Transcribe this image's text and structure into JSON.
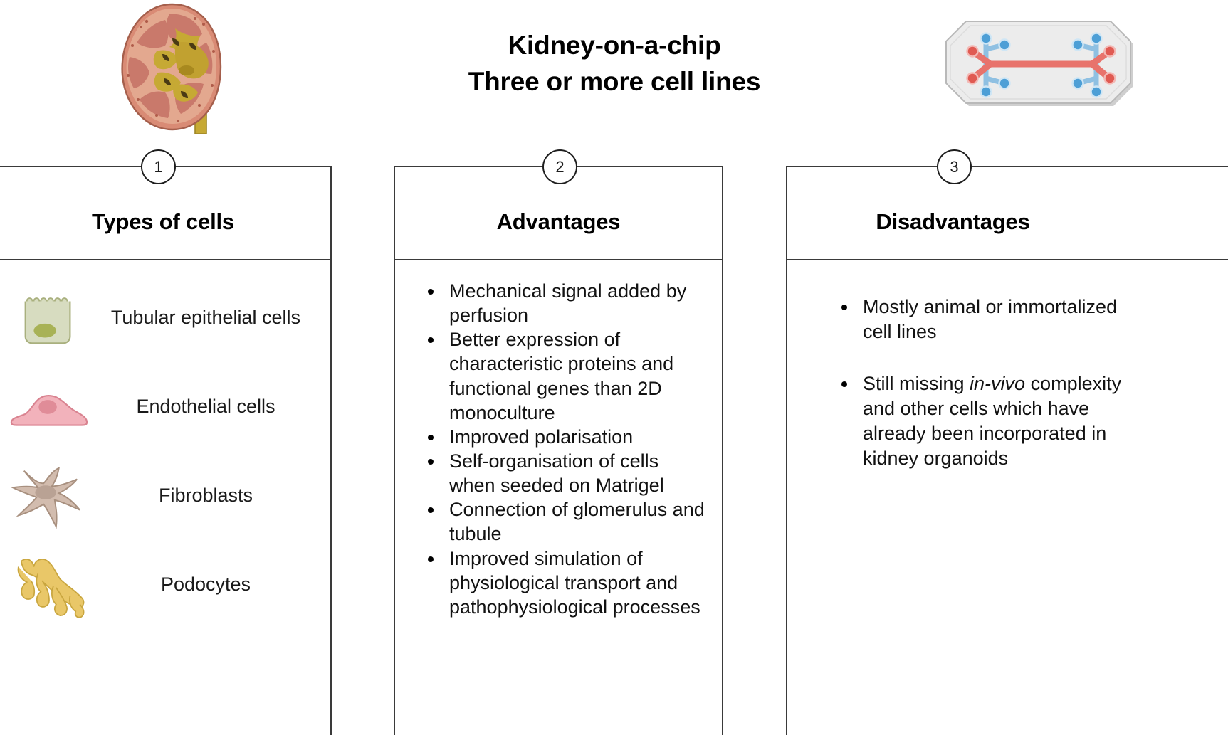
{
  "header": {
    "title_lines": [
      "Kidney-on-a-chip",
      "Three or more cell lines"
    ],
    "kidney_icon": "kidney-cross-section-illustration",
    "chip_icon": "microfluidic-chip-illustration"
  },
  "panels": [
    {
      "number": "1",
      "title": "Types of cells",
      "cells": [
        {
          "icon": "tubular-epithelial-cell-icon",
          "label": "Tubular epithelial cells"
        },
        {
          "icon": "endothelial-cell-icon",
          "label": "Endothelial cells"
        },
        {
          "icon": "fibroblast-cell-icon",
          "label": "Fibroblasts"
        },
        {
          "icon": "podocyte-cell-icon",
          "label": "Podocytes"
        }
      ]
    },
    {
      "number": "2",
      "title": "Advantages",
      "bullets": [
        "Mechanical signal added by perfusion",
        "Better expression of characteristic proteins and functional genes than 2D monoculture",
        "Improved polarisation",
        "Self-organisation of cells when seeded on Matrigel",
        "Connection of glomerulus and tubule",
        "Improved simulation of physiological transport and pathophysiological processes"
      ]
    },
    {
      "number": "3",
      "title": "Disadvantages",
      "bullets_rich": [
        {
          "pre": "Mostly animal or immortalized cell lines",
          "italic": "",
          "post": ""
        },
        {
          "pre": "Still missing ",
          "italic": "in-vivo",
          "post": " complexity and other cells which have already been incorporated in kidney organoids"
        }
      ]
    }
  ],
  "colors": {
    "border": "#3a3a3a",
    "text": "#121212",
    "kidney_cortex": "#e09e87",
    "kidney_medulla": "#cc7b6d",
    "kidney_pelvis": "#bda02e",
    "chip_body": "#e8e8e8",
    "chip_red": "#e8736c",
    "chip_blue": "#6aa9d8",
    "epithelial_cell": "#d7dcc0",
    "epithelial_nucleus": "#a8b256",
    "endothelial_cell": "#f2b2bb",
    "endothelial_nucleus": "#e18c96",
    "fibroblast_cell": "#d2bcae",
    "fibroblast_nucleus": "#b9a294",
    "podocyte_cell": "#e9c768"
  }
}
